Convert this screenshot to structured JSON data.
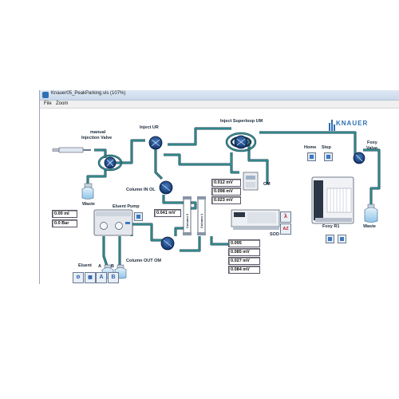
{
  "window": {
    "title": "Knauer05_PeakParking.vis (107%)"
  },
  "menu": {
    "items": [
      "File",
      "Zoom"
    ]
  },
  "brand": {
    "logo_text": "KNAUER",
    "accent": "#2f6fb3"
  },
  "labels": {
    "manual_injection": "manual",
    "manual_injection2": "Injection Valve",
    "waste_left": "Waste",
    "inject_ur": "Inject UR",
    "inject_superloop": "Inject Superloop UM",
    "column_in": "Column IN OL",
    "column_out": "Column OUT OM",
    "eluent_pump": "Eluent Pump",
    "eluent": "Eluent",
    "eluent_a": "A",
    "eluent_b": "B",
    "column2": "Column 2",
    "column1": "Column 1",
    "cm": "CM",
    "sod": "SOD",
    "home": "Home",
    "step": "Step",
    "foxy_valve": "Foxy",
    "foxy_valve2": "Valve",
    "foxy_r1": "Foxy R1",
    "waste_right": "Waste"
  },
  "readouts": {
    "volume": "0.00 ml",
    "pressure": "0.0 Bar",
    "column_signal": "0.041 mV",
    "cm1": "0.012 mV",
    "cm2": "0.098 mV",
    "cm3": "0.023 mV",
    "sod1": "0.095",
    "sod2": "0.085 mV",
    "sod3": "0.027 mV",
    "sod4": "0.084 mV"
  },
  "buttons": {
    "lambda": "λ",
    "az": "AZ",
    "btn_a": "A",
    "btn_b": "B"
  }
}
